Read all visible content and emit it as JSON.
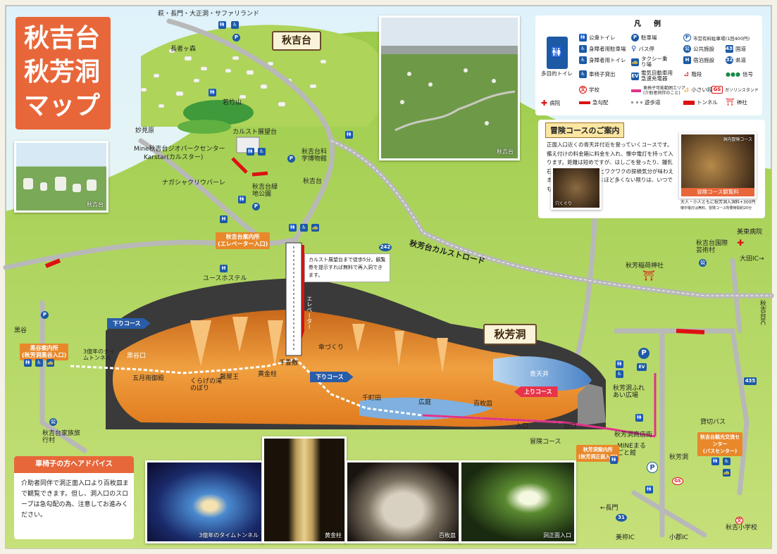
{
  "title": [
    "秋吉台",
    "秋芳洞",
    "マップ"
  ],
  "signs": {
    "akiyoshidai": "秋吉台",
    "akiyoshido": "秋芳洞"
  },
  "photos": {
    "akiyoshidai_small": "秋吉台",
    "akiyoshidai_big": "秋吉台",
    "adventure_left": "穴くぐり",
    "adventure_right": "洞内冒険コース",
    "tunnel": "3億年のタイムトンネル",
    "ogonbashira": "黄金柱",
    "hyakumaizara": "百枚皿",
    "entrance": "洞正面入口"
  },
  "legend": {
    "head": "凡　例",
    "multi_toilet": "多目的トイレ",
    "public_toilet": "公衆トイレ",
    "disabled_parking": "身障者用駐車場",
    "disabled_toilet": "身障者用トイレ",
    "wheelchair": "車椅子貸出",
    "parking": "駐車場",
    "bus_stop": "バス停",
    "taxi": "タクシー乗り場",
    "ev": "電気自動車用急速充電器",
    "paid_parking": "市営有料駐車場(1回400円)",
    "public_facility": "公共施設",
    "lodging": "宿泊施設",
    "national_road": "国道",
    "prefectural_road": "県道",
    "stairs": "階段",
    "signal": "信号",
    "small_step": "小さい段",
    "gas": "ガソリンスタンド",
    "school": "学校",
    "hospital": "病院",
    "steep": "急勾配",
    "trail": "遊歩道",
    "tunnel": "トンネル",
    "shrine": "神社",
    "wheelchair_area": "車椅子可能範囲エリア(介助者同伴のこと)"
  },
  "adventure": {
    "head": "冒険コースのご案内",
    "text": "正面入口近くの青天井付近を登っていくコースです。備え付けの料金箱に料金を入れ、懐中電灯を持って入ります。距離は短めですが、はしごを登ったり、鍾乳石の間をすり抜けたりとワクワクの探検気分が味わえます。洞内の水の量がよほど多くない限りは、いつでも体験できます。",
    "fee_label": "冒険コース観覧料",
    "fee_text": "大人・小人ともに秋芳洞入洞料+300円",
    "fee_note": "懐中電灯は無料、冒険コース所要時間約20分"
  },
  "places": {
    "hagi": "萩・長門・大正洞・サファリランド",
    "choja": "長者ヶ森",
    "wakatake": "若竹山",
    "myoken": "妙見原",
    "karst_obs": "カルスト展望台",
    "mine_geo": "Mine秋吉台ジオパークセンター",
    "karstar": "Karstar(カルスター)",
    "museum": "秋吉台科学博物館",
    "nagashakuri": "ナガシャクリウバーレ",
    "ryokuchi": "秋吉台緑地公園",
    "akiyoshidai_stop": "秋吉台",
    "info": "秋吉台案内所",
    "info_sub": "(エレベーター入口)",
    "youth": "ユースホステル",
    "karst_road": "秋芳台カルストロード",
    "road242": "242",
    "elevator": "エレベーター",
    "kurodani": "黒谷",
    "kurodani_info": "黒谷案内所",
    "kurodani_info_sub": "(秋芳洞黒谷入口)",
    "kudari1": "下りコース",
    "kudari2": "下りコース",
    "nobori": "上りコース",
    "time_tunnel": "3億年のタイムトンネル",
    "kurodani_guchi": "黒谷口",
    "samidare": "五月雨御殿",
    "kurage": "くらげの滝のぼり",
    "enma": "厳屋王",
    "ogon": "黄金柱",
    "senjojiki": "千畳敷",
    "kasazukuri": "傘づくり",
    "senmachida": "千町田",
    "hiroba": "広庭",
    "hyakumai": "百枚皿",
    "aotenjo": "青天井",
    "iriguchi": "入口",
    "deguchi": "出口",
    "bouken": "冒険コース",
    "fureai": "秋芳洞ふれあい広場",
    "shotengai": "秋芳洞商店街",
    "mine_marugoto": "MINEまるごと館",
    "shomen_info": "秋芳洞案内所",
    "shomen_info_sub": "(秋芳洞正面入口)",
    "bus_center": "秋吉台観光交流センター",
    "bus_center_sub": "(バスセンター)",
    "kashikiri": "貸切バス",
    "akiyoshido_stop": "秋芳洞",
    "family": "秋吉台家族旅行村",
    "inari": "秋芳稲荷神社",
    "art_village": "秋吉台国際芸術村",
    "hospital_name": "美東病院",
    "ota_ic": "大田IC→",
    "akiyoshidai_ic": "秋吉台IC",
    "road435": "435",
    "nagato": "←長門",
    "road31": "31",
    "mine_ic": "美祢IC",
    "ogori_ic": "小郡IC",
    "school_name": "秋吉小学校",
    "gs": "GS",
    "note": "カルスト展望台まで徒歩5分。観覧券を提示すれば無料で再入洞できます。"
  },
  "wheelchair_advice": {
    "head": "車椅子の方へアドバイス",
    "text": "介助者同伴で洞正面入口より百枚皿まで観覧できます。但し、洞入口のスロープは急勾配の為、注意してお進みください。"
  }
}
